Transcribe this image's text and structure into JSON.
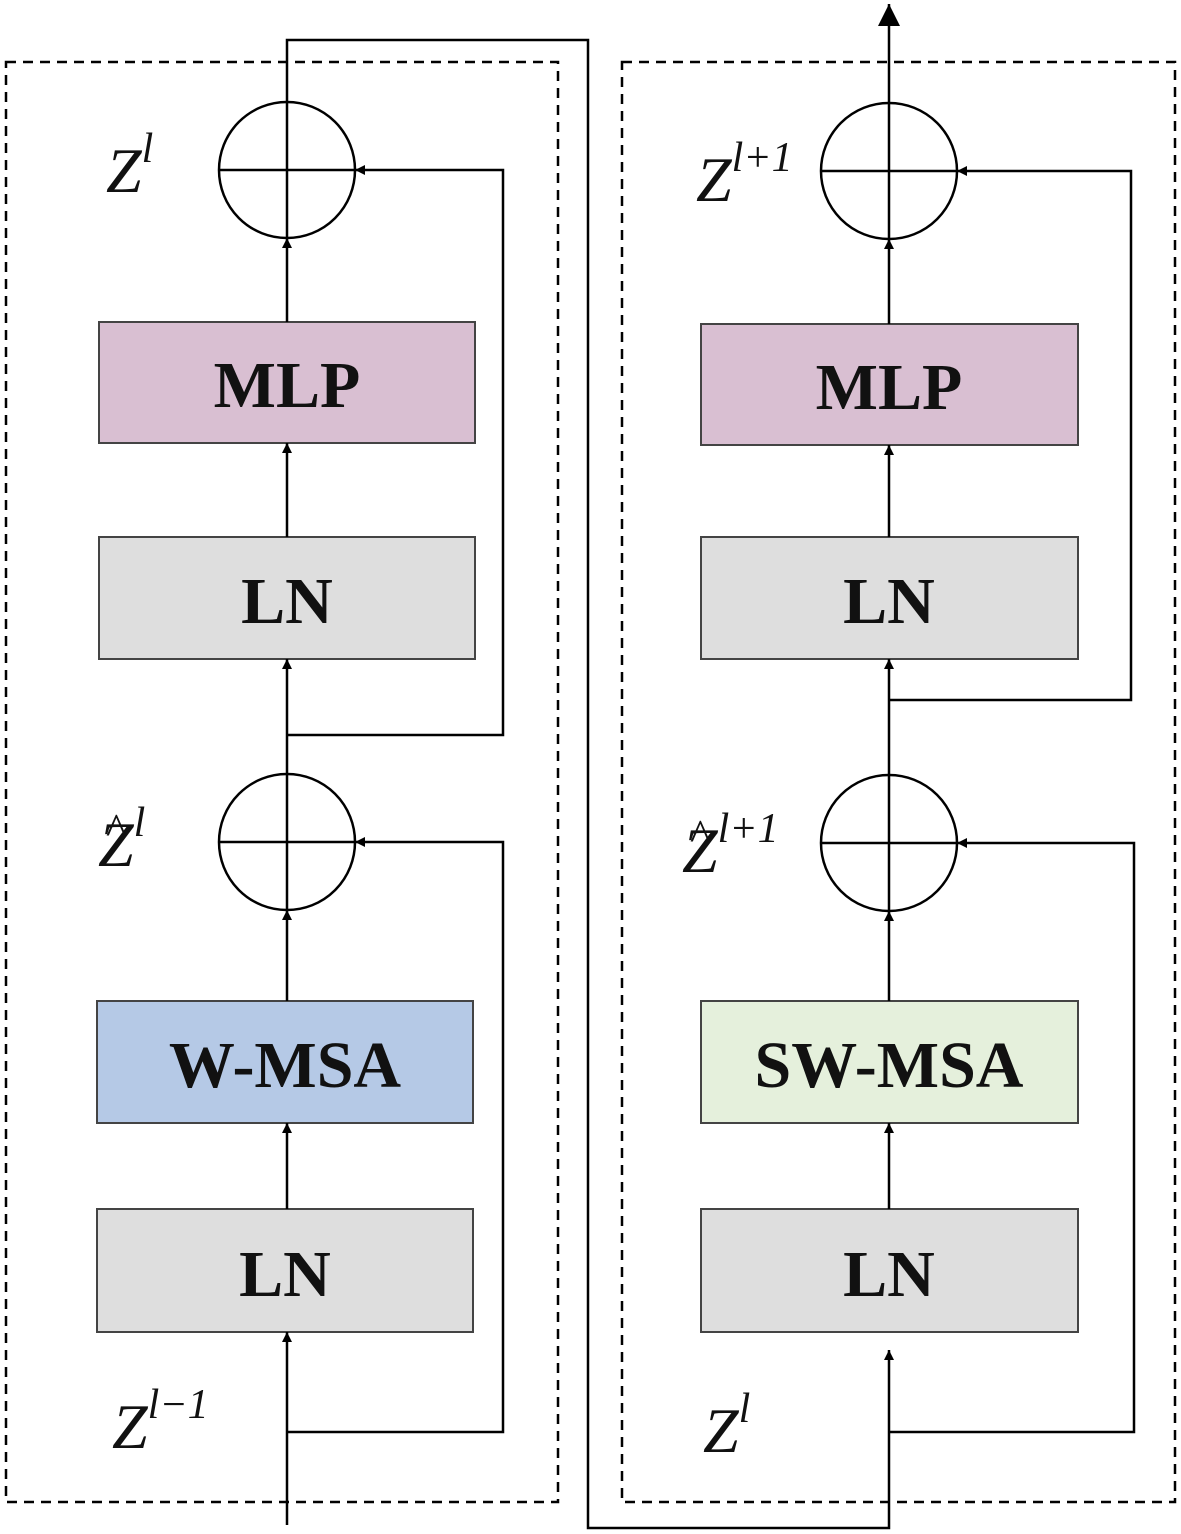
{
  "blocks": {
    "left": {
      "mlp": {
        "label": "MLP",
        "color": "#d9bfd2"
      },
      "ln_top": {
        "label": "LN",
        "color": "#dedede"
      },
      "msa": {
        "label": "W-MSA",
        "color": "#b5c9e6"
      },
      "ln_bottom": {
        "label": "LN",
        "color": "#dedede"
      },
      "out_var": {
        "base": "Z",
        "sup": "l"
      },
      "mid_var": {
        "base": "Z",
        "sup": "l",
        "hat": "^"
      },
      "in_var": {
        "base": "Z",
        "sup": "l−1"
      }
    },
    "right": {
      "mlp": {
        "label": "MLP",
        "color": "#d9bfd2"
      },
      "ln_top": {
        "label": "LN",
        "color": "#dedede"
      },
      "msa": {
        "label": "SW-MSA",
        "color": "#e5f0dc"
      },
      "ln_bottom": {
        "label": "LN",
        "color": "#dedede"
      },
      "out_var": {
        "base": "Z",
        "sup": "l+1"
      },
      "mid_var": {
        "base": "Z",
        "sup": "l+1",
        "hat": "^"
      },
      "in_var": {
        "base": "Z",
        "sup": "l"
      }
    }
  }
}
